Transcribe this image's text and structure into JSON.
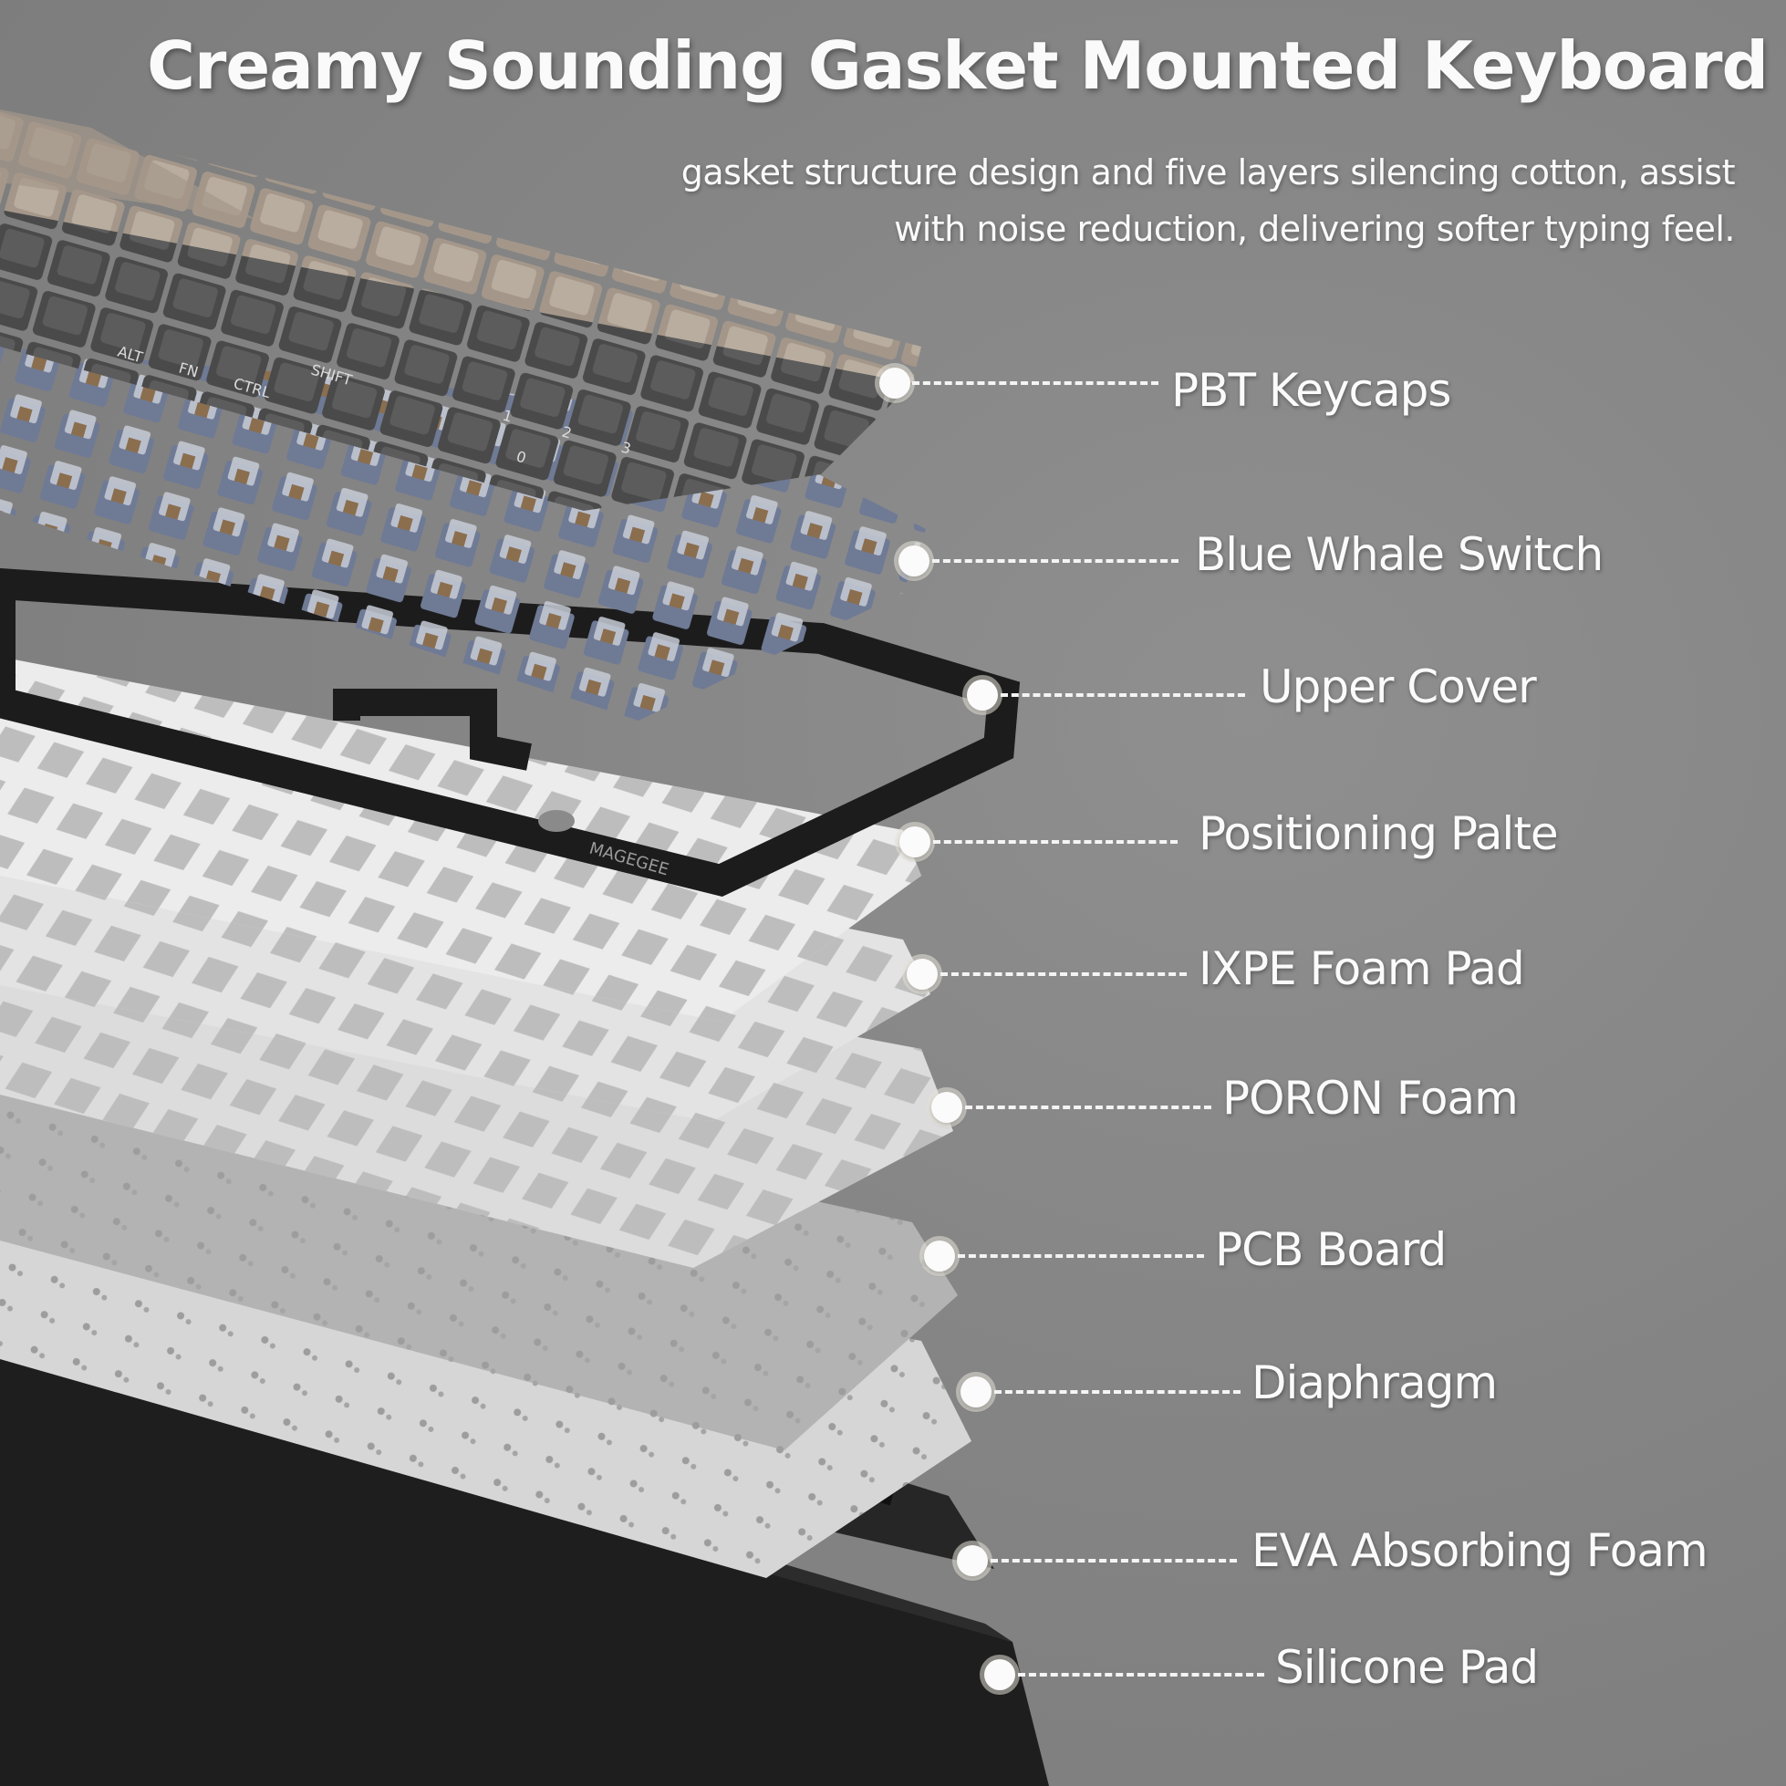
{
  "heading": {
    "title": "Creamy Sounding Gasket Mounted Keyboard",
    "subtitle": "gasket structure design and five layers silencing cotton, assist with noise reduction, delivering softer typing feel."
  },
  "illustration": {
    "brand_mark": "MAGEGEE",
    "key_legends": [
      "ALT",
      "FN",
      "CTRL",
      "SHIFT",
      "0",
      "1",
      "2",
      "3"
    ]
  },
  "layers": [
    {
      "label": "PBT Keycaps"
    },
    {
      "label": "Blue Whale Switch"
    },
    {
      "label": "Upper Cover"
    },
    {
      "label": "Positioning Palte"
    },
    {
      "label": "IXPE Foam Pad"
    },
    {
      "label": "PORON Foam"
    },
    {
      "label": "PCB Board"
    },
    {
      "label": "Diaphragm"
    },
    {
      "label": "EVA Absorbing Foam"
    },
    {
      "label": "Silicone Pad"
    }
  ]
}
